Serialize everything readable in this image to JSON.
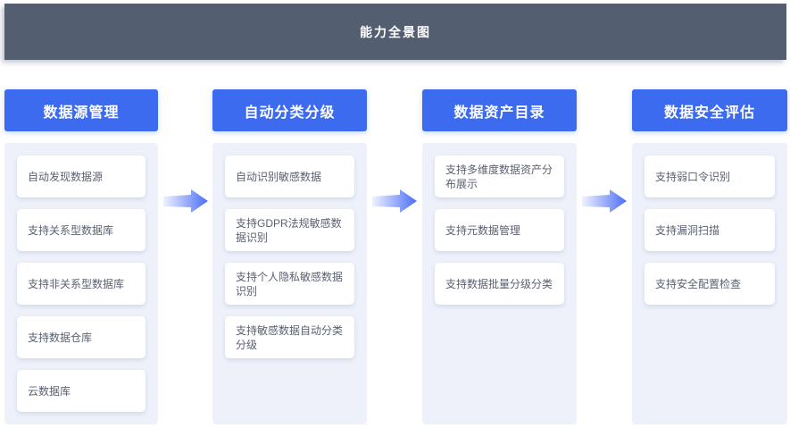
{
  "title_bar": {
    "label": "能力全景图"
  },
  "colors": {
    "title_bar_bg": "#545e71",
    "header_blue": "#3d6bef",
    "panel_bg": "#eef1fa",
    "card_bg": "#ffffff",
    "card_text": "#5b6170",
    "arrow_gradient_start": "#eef2ff",
    "arrow_gradient_end": "#4c6ef5"
  },
  "columns": [
    {
      "header": "数据源管理",
      "items": [
        "自动发现数据源",
        "支持关系型数据库",
        "支持非关系型数据库",
        "支持数据仓库",
        "云数据库"
      ]
    },
    {
      "header": "自动分类分级",
      "items": [
        "自动识别敏感数据",
        "支持GDPR法规敏感数据识别",
        "支持个人隐私敏感数据识别",
        "支持敏感数据自动分类分级"
      ]
    },
    {
      "header": "数据资产目录",
      "items": [
        "支持多维度数据资产分布展示",
        "支持元数据管理",
        "支持数据批量分级分类"
      ]
    },
    {
      "header": "数据安全评估",
      "items": [
        "支持弱口令识别",
        "支持漏洞扫描",
        "支持安全配置检查"
      ]
    }
  ],
  "arrows": [
    "arrow-right",
    "arrow-right",
    "arrow-right"
  ]
}
